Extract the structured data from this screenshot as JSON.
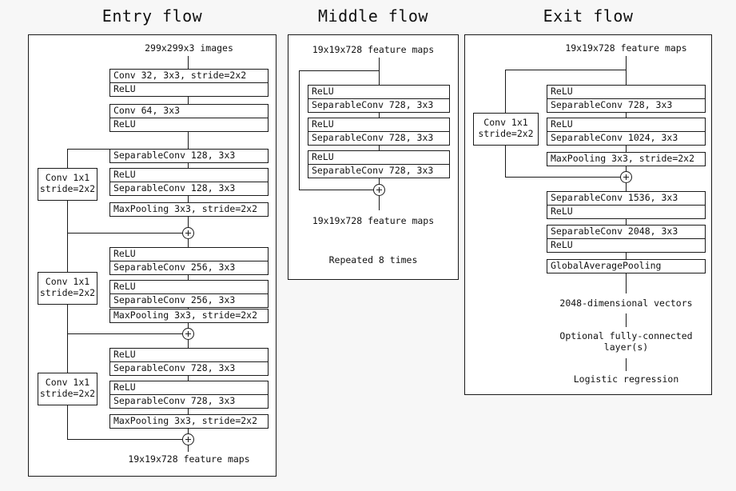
{
  "figure": {
    "kind": "neural-network-architecture-diagram",
    "background_color": "#f7f7f7",
    "line_color": "#1a1a1a",
    "box_fill": "#ffffff"
  },
  "entry_flow": {
    "title": "Entry flow",
    "input_caption": "299x299x3 images",
    "output_caption": "19x19x728 feature maps",
    "blocks": [
      {
        "name": "stem-1",
        "rows": [
          "Conv 32, 3x3, stride=2x2",
          "ReLU"
        ]
      },
      {
        "name": "stem-2",
        "rows": [
          "Conv 64, 3x3",
          "ReLU"
        ]
      },
      {
        "name": "block1-a",
        "rows": [
          "SeparableConv 128, 3x3"
        ]
      },
      {
        "name": "block1-b",
        "rows": [
          "ReLU",
          "SeparableConv 128, 3x3"
        ]
      },
      {
        "name": "block1-pool",
        "rows": [
          "MaxPooling 3x3, stride=2x2"
        ]
      },
      {
        "name": "block2-a",
        "rows": [
          "ReLU",
          "SeparableConv 256, 3x3"
        ]
      },
      {
        "name": "block2-b",
        "rows": [
          "ReLU",
          "SeparableConv 256, 3x3"
        ]
      },
      {
        "name": "block2-pool",
        "rows": [
          "MaxPooling 3x3, stride=2x2"
        ]
      },
      {
        "name": "block3-a",
        "rows": [
          "ReLU",
          "SeparableConv 728, 3x3"
        ]
      },
      {
        "name": "block3-b",
        "rows": [
          "ReLU",
          "SeparableConv 728, 3x3"
        ]
      },
      {
        "name": "block3-pool",
        "rows": [
          "MaxPooling 3x3, stride=2x2"
        ]
      }
    ],
    "shortcuts": [
      {
        "name": "shortcut-1",
        "line1": "Conv 1x1",
        "line2": "stride=2x2"
      },
      {
        "name": "shortcut-2",
        "line1": "Conv 1x1",
        "line2": "stride=2x2"
      },
      {
        "name": "shortcut-3",
        "line1": "Conv 1x1",
        "line2": "stride=2x2"
      }
    ],
    "merge_symbol": "+"
  },
  "middle_flow": {
    "title": "Middle flow",
    "input_caption": "19x19x728 feature maps",
    "output_caption": "19x19x728 feature maps",
    "repeat_note": "Repeated 8 times",
    "blocks": [
      {
        "name": "mid-a",
        "rows": [
          "ReLU",
          "SeparableConv 728, 3x3"
        ]
      },
      {
        "name": "mid-b",
        "rows": [
          "ReLU",
          "SeparableConv 728, 3x3"
        ]
      },
      {
        "name": "mid-c",
        "rows": [
          "ReLU",
          "SeparableConv 728, 3x3"
        ]
      }
    ],
    "merge_symbol": "+"
  },
  "exit_flow": {
    "title": "Exit flow",
    "input_caption": "19x19x728 feature maps",
    "vector_caption": "2048-dimensional vectors",
    "fc_caption": "Optional fully-connected\nlayer(s)",
    "fc_caption_line1": "Optional fully-connected",
    "fc_caption_line2": "layer(s)",
    "final_caption": "Logistic regression",
    "blocks": [
      {
        "name": "exit-a",
        "rows": [
          "ReLU",
          "SeparableConv 728, 3x3"
        ]
      },
      {
        "name": "exit-b",
        "rows": [
          "ReLU",
          "SeparableConv 1024, 3x3"
        ]
      },
      {
        "name": "exit-pool",
        "rows": [
          "MaxPooling 3x3, stride=2x2"
        ]
      },
      {
        "name": "exit-c",
        "rows": [
          "SeparableConv 1536, 3x3",
          "ReLU"
        ]
      },
      {
        "name": "exit-d",
        "rows": [
          "SeparableConv 2048, 3x3",
          "ReLU"
        ]
      },
      {
        "name": "exit-gap",
        "rows": [
          "GlobalAveragePooling"
        ]
      }
    ],
    "shortcut": {
      "name": "exit-shortcut",
      "line1": "Conv 1x1",
      "line2": "stride=2x2"
    },
    "merge_symbol": "+"
  }
}
